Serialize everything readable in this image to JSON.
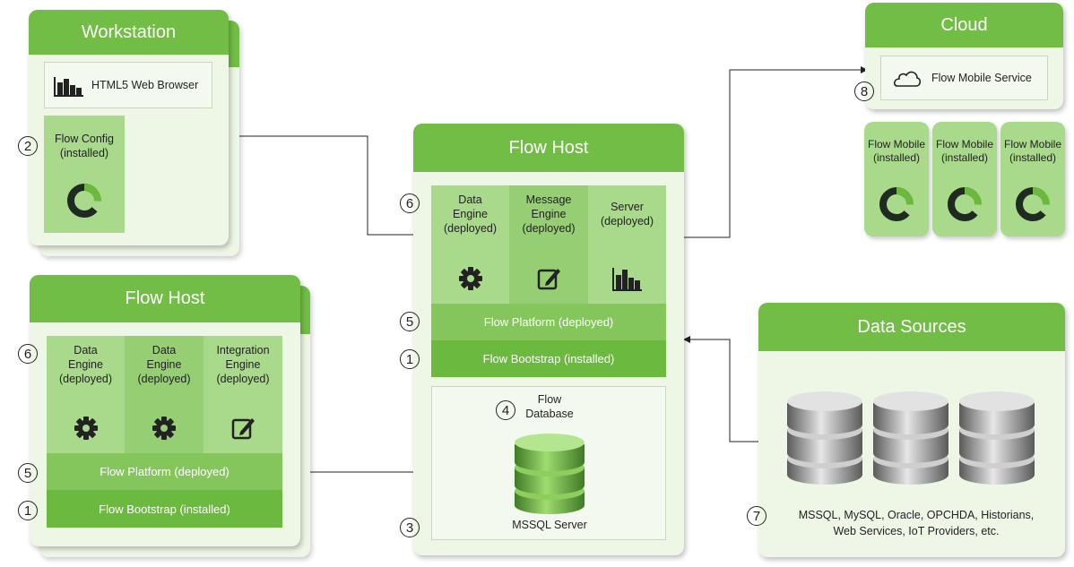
{
  "workstation": {
    "title": "Workstation",
    "browser_label": "HTML5 Web Browser",
    "config_label_line1": "Flow Config",
    "config_label_line2": "(installed)",
    "badge": "2"
  },
  "cloud": {
    "title": "Cloud",
    "service_label": "Flow Mobile Service",
    "badge": "8",
    "mobiles": [
      {
        "line1": "Flow Mobile",
        "line2": "(installed)"
      },
      {
        "line1": "Flow Mobile",
        "line2": "(installed)"
      },
      {
        "line1": "Flow Mobile",
        "line2": "(installed)"
      }
    ]
  },
  "center_host": {
    "title": "Flow Host",
    "badge_engines": "6",
    "engines": [
      {
        "line1": "Data",
        "line2": "Engine",
        "line3": "(deployed)",
        "icon": "gear-icon"
      },
      {
        "line1": "Message",
        "line2": "Engine",
        "line3": "(deployed)",
        "icon": "edit-icon"
      },
      {
        "line1": "Server",
        "line2": "(deployed)",
        "line3": "",
        "icon": "bar-chart-icon"
      }
    ],
    "platform_label": "Flow Platform (deployed)",
    "badge_platform": "5",
    "bootstrap_label": "Flow Bootstrap (installed)",
    "badge_bootstrap": "1",
    "database_line1": "Flow",
    "database_line2": "Database",
    "badge_database": "4",
    "sql_label": "MSSQL Server",
    "badge_sql": "3"
  },
  "left_host": {
    "title": "Flow Host",
    "badge_engines": "6",
    "engines": [
      {
        "line1": "Data",
        "line2": "Engine",
        "line3": "(deployed)",
        "icon": "gear-icon"
      },
      {
        "line1": "Data",
        "line2": "Engine",
        "line3": "(deployed)",
        "icon": "gear-icon"
      },
      {
        "line1": "Integration",
        "line2": "Engine",
        "line3": "(deployed)",
        "icon": "edit-icon"
      }
    ],
    "platform_label": "Flow Platform (deployed)",
    "badge_platform": "5",
    "bootstrap_label": "Flow Bootstrap (installed)",
    "badge_bootstrap": "1"
  },
  "data_sources": {
    "title": "Data Sources",
    "badge": "7",
    "line1": "MSSQL, MySQL, Oracle, OPCHDA, Historians,",
    "line2": "Web Services, IoT Providers, etc."
  },
  "colors": {
    "header_green": "#72bd45",
    "panel_bg": "#eef6e6",
    "engine_light": "#a9d98a",
    "engine_mid": "#96cf73",
    "platform": "#84c55c",
    "bootstrap": "#6bb93f"
  }
}
